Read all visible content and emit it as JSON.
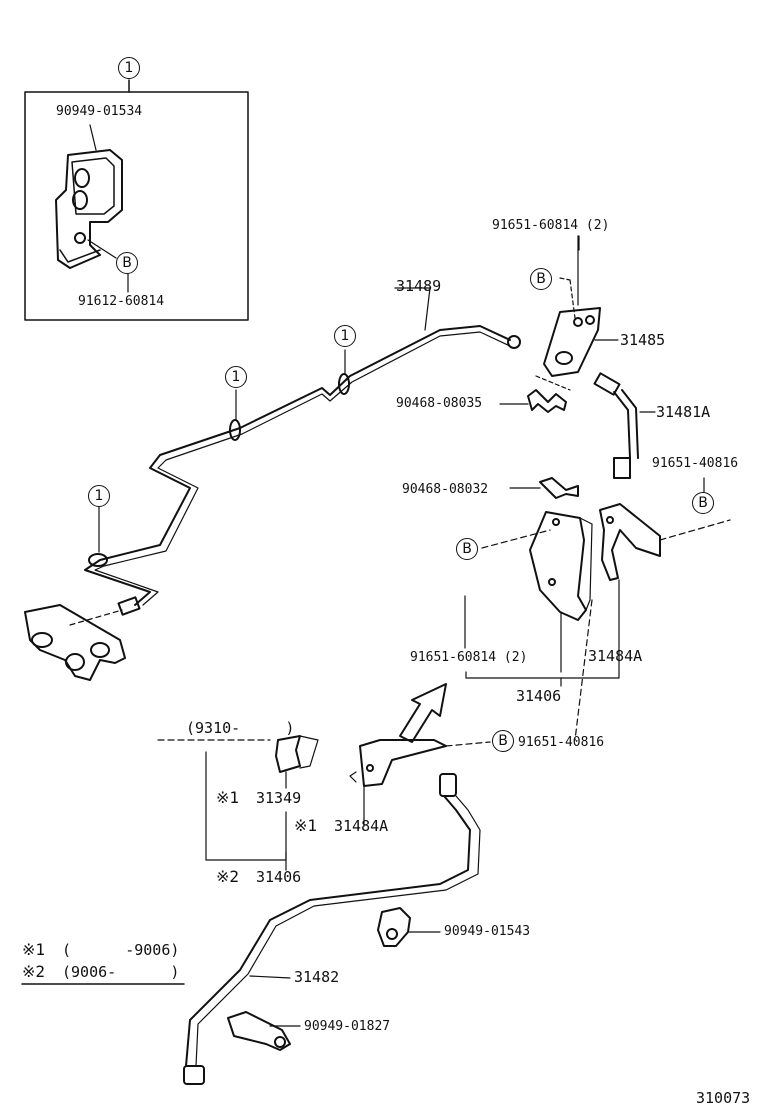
{
  "callouts": {
    "one": "1",
    "b": "B"
  },
  "labels": {
    "box_part_top": "90949-01534",
    "box_part_bottom": "91612-60814",
    "tube_main": "31489",
    "bolt_top_right": "91651-60814 (2)",
    "bracket_top": "31485",
    "clamp_a": "90468-08035",
    "hose_a": "31481A",
    "bolt_right": "91651-40816",
    "clamp_b": "90468-08032",
    "bolt_mid": "91651-60814 (2)",
    "bracket_mid": "31484A",
    "bracket_group": "31406",
    "bolt_lower": "91651-40816",
    "year_range": "(9310-     )",
    "part_31349": "31349",
    "part_31484a": "31484A",
    "part_31406": "31406",
    "clip_a": "90949-01543",
    "hose_lower": "31482",
    "clip_b": "90949-01827",
    "diagram_id": "310073"
  },
  "notes": {
    "mark1": "※1",
    "mark2": "※2",
    "range1": "(      -9006)",
    "range2": "(9006-      )"
  }
}
